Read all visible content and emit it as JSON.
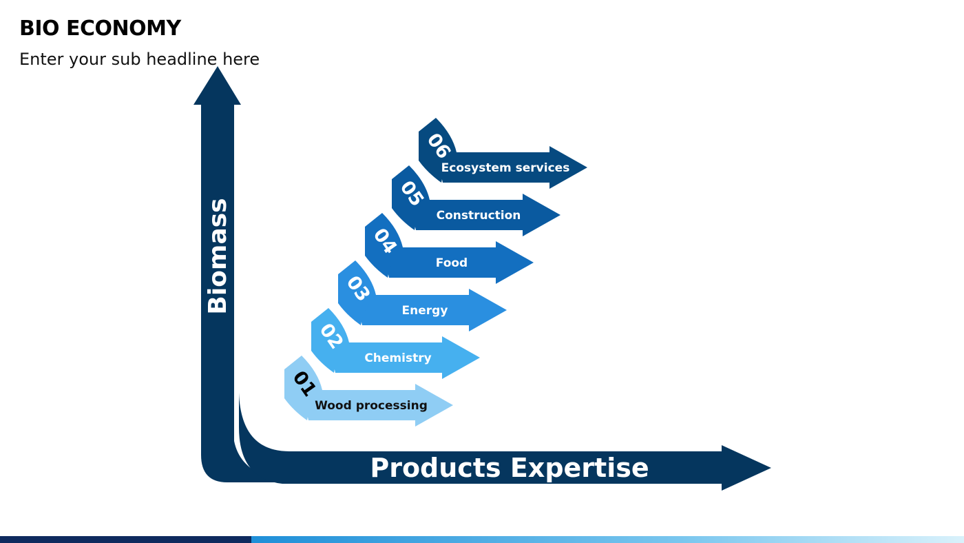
{
  "slide": {
    "title": "BIO ECONOMY",
    "subtitle": "Enter your sub headline here"
  },
  "axes": {
    "vertical_label": "Biomass",
    "horizontal_label": "Products Expertise",
    "color": "#05365e"
  },
  "steps": [
    {
      "number": "01",
      "label": "Wood processing",
      "color": "#8fcdf4",
      "number_color": "#000000",
      "label_color": "#111111"
    },
    {
      "number": "02",
      "label": "Chemistry",
      "color": "#46b0ef",
      "number_color": "#ffffff",
      "label_color": "#ffffff"
    },
    {
      "number": "03",
      "label": "Energy",
      "color": "#2a8fe0",
      "number_color": "#ffffff",
      "label_color": "#ffffff"
    },
    {
      "number": "04",
      "label": "Food",
      "color": "#136fc0",
      "number_color": "#ffffff",
      "label_color": "#ffffff"
    },
    {
      "number": "05",
      "label": "Construction",
      "color": "#0a5aa0",
      "number_color": "#ffffff",
      "label_color": "#ffffff"
    },
    {
      "number": "06",
      "label": "Ecosystem services",
      "color": "#064a80",
      "number_color": "#ffffff",
      "label_color": "#ffffff"
    }
  ]
}
